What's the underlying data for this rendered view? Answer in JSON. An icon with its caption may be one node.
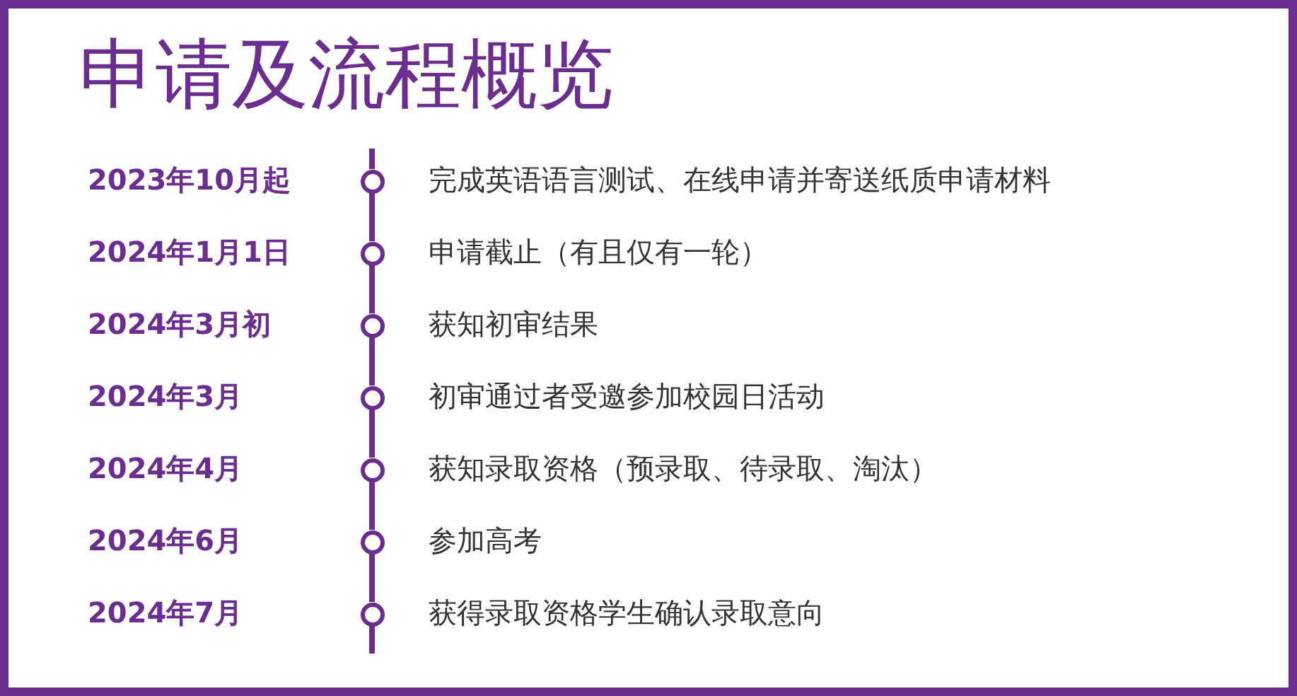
{
  "diagram": {
    "title": "申请及流程概览",
    "nodes": [
      {
        "text": [],
        "shape": "circle",
        "beside": [
          "完成英语语言测试、在线申请并寄送纸质申请材料"
        ]
      },
      {
        "text": [],
        "shape": "circle",
        "beside": [
          "申请截止（有且仅有一轮）"
        ]
      },
      {
        "text": [],
        "shape": "circle",
        "beside": [
          "获知初审结果"
        ]
      },
      {
        "text": [],
        "shape": "circle",
        "beside": [
          "初审通过者受邀参加校园日活动"
        ]
      },
      {
        "text": [],
        "shape": "circle",
        "beside": [
          "获知录取资格（预录取、待录取、淘汰）"
        ]
      },
      {
        "text": [],
        "shape": "circle",
        "beside": [
          "参加高考"
        ]
      },
      {
        "text": [],
        "shape": "circle",
        "beside": [
          "获得录取资格学生确认录取意向"
        ]
      }
    ],
    "edges": [
      {
        "from": 0,
        "to": 1,
        "arrow": "none"
      },
      {
        "from": 1,
        "to": 2,
        "arrow": "none"
      },
      {
        "from": 2,
        "to": 3,
        "arrow": "none"
      },
      {
        "from": 3,
        "to": 4,
        "arrow": "none"
      },
      {
        "from": 4,
        "to": 5,
        "arrow": "none"
      },
      {
        "from": 5,
        "to": 6,
        "arrow": "none"
      }
    ],
    "labels": [
      "2023年10月起",
      "2024年1月1日",
      "2024年3月初",
      "2024年3月",
      "2024年4月",
      "2024年6月",
      "2024年7月"
    ]
  }
}
